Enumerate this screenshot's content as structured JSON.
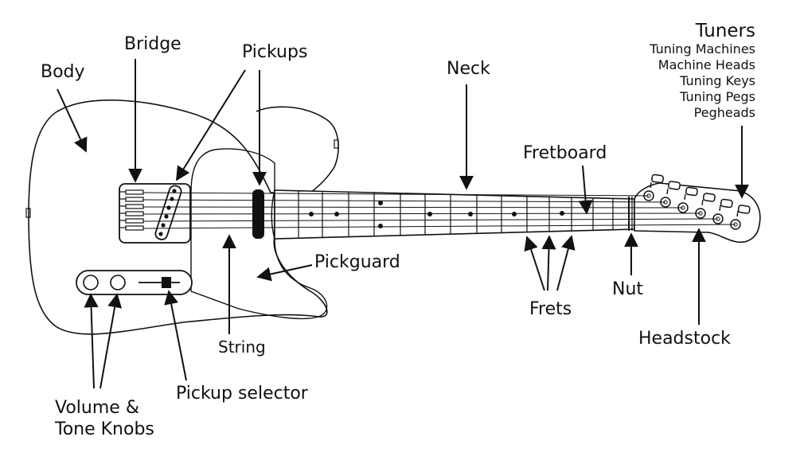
{
  "labels": {
    "body": "Body",
    "bridge": "Bridge",
    "pickups": "Pickups",
    "neck": "Neck",
    "fretboard": "Fretboard",
    "pickguard": "Pickguard",
    "string": "String",
    "frets": "Frets",
    "nut": "Nut",
    "headstock": "Headstock",
    "pickup_selector": "Pickup selector",
    "volume_tone_line1": "Volume &",
    "volume_tone_line2": "Tone Knobs"
  },
  "tuners": {
    "title": "Tuners",
    "alt_names": [
      "Tuning Machines",
      "Machine Heads",
      "Tuning Keys",
      "Tuning Pegs",
      "Pegheads"
    ]
  },
  "colors": {
    "line": "#111111",
    "background": "#ffffff"
  }
}
